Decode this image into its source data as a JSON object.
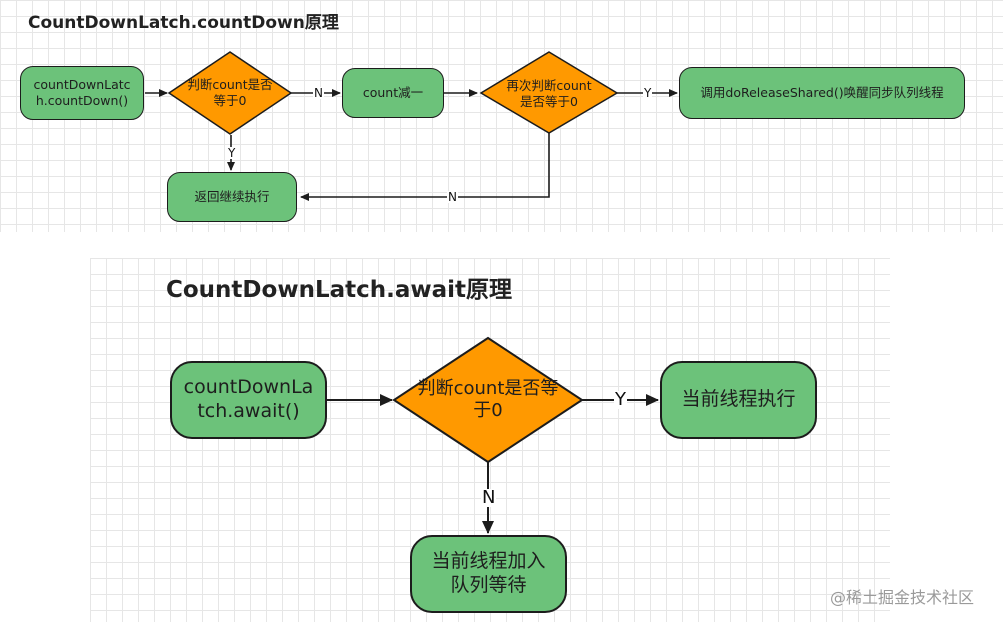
{
  "diagram1": {
    "title": "CountDownLatch.countDown原理",
    "nodes": {
      "start": "countDownLatch.countDown()",
      "check_zero": "判断count是否等于0",
      "decrement": "count减一",
      "recheck_zero": "再次判断count是否等于0",
      "release_shared": "调用doReleaseShared()唤醒同步队列线程",
      "return": "返回继续执行"
    },
    "edges": {
      "check_no": "N",
      "check_yes": "Y",
      "recheck_yes": "Y",
      "recheck_no": "N"
    }
  },
  "diagram2": {
    "title": "CountDownLatch.await原理",
    "nodes": {
      "start": "countDownLatch.await()",
      "check_zero": "判断count是否等于0",
      "run": "当前线程执行",
      "enqueue": "当前线程加入队列等待"
    },
    "edges": {
      "check_yes": "Y",
      "check_no": "N"
    }
  },
  "watermark": "@稀土掘金技术社区",
  "colors": {
    "node_fill": "#6cc27a",
    "decision_fill": "#ff9900",
    "stroke": "#1c1c1c"
  }
}
